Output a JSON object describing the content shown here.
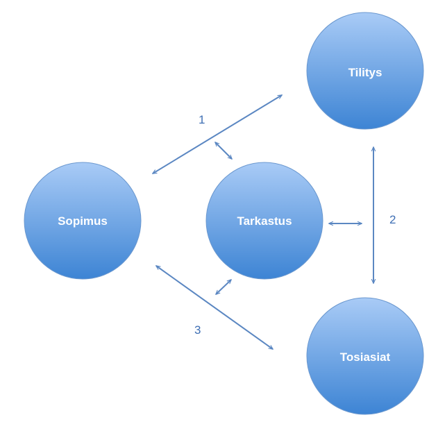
{
  "nodes": {
    "sopimus": "Sopimus",
    "tarkastus": "Tarkastus",
    "tilitys": "Tilitys",
    "tosiasiat": "Tosiasiat"
  },
  "edges": {
    "sopimus_tilitys": "1",
    "tilitys_tosiasiat": "2",
    "sopimus_tosiasiat": "3"
  },
  "colors": {
    "node_top": "#a9cbf6",
    "node_bottom": "#3d84d4",
    "node_border": "#6b98cf",
    "arrow": "#5b87c2",
    "label": "#3f6fb4"
  }
}
